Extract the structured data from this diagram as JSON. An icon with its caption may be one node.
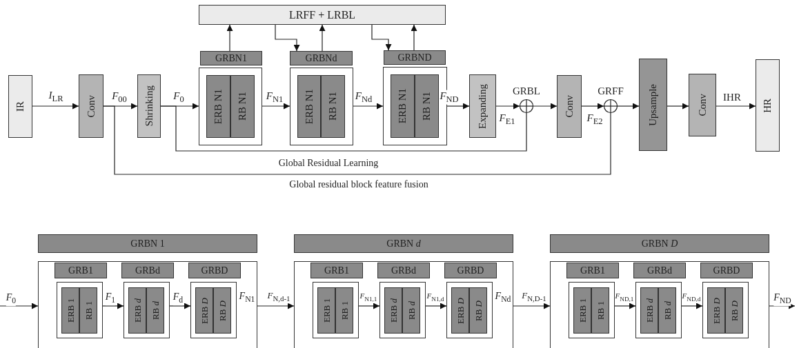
{
  "diagram": {
    "nodes": [
      {
        "text": [
          "IR"
        ]
      },
      {
        "text": [
          "Conv"
        ]
      },
      {
        "text": [
          "Shrinking"
        ]
      },
      {
        "text": [
          "LRFF + LRBL"
        ]
      },
      {
        "text": [
          "GRBN1"
        ]
      },
      {
        "text": [],
        "shape": "box"
      },
      {
        "text": [
          "ERB N1"
        ],
        "in": 5
      },
      {
        "text": [
          "RB N1"
        ],
        "in": 5
      },
      {
        "text": [
          "GRBNd"
        ]
      },
      {
        "text": [],
        "shape": "box"
      },
      {
        "text": [
          "ERB N1"
        ],
        "in": 9
      },
      {
        "text": [
          "RB N1"
        ],
        "in": 9
      },
      {
        "text": [
          "GRBND"
        ]
      },
      {
        "text": [],
        "shape": "box"
      },
      {
        "text": [
          "ERB N1"
        ],
        "in": 13
      },
      {
        "text": [
          "RB N1"
        ],
        "in": 13
      },
      {
        "text": [
          "Expanding"
        ]
      },
      {
        "text": [],
        "shape": "circle",
        "beside": [
          "GRBL"
        ]
      },
      {
        "text": [
          "Conv"
        ]
      },
      {
        "text": [],
        "shape": "circle",
        "beside": [
          "GRFF"
        ]
      },
      {
        "text": [
          "Upsample"
        ]
      },
      {
        "text": [
          "Conv"
        ]
      },
      {
        "text": [
          "HR"
        ]
      },
      {
        "text": [
          "GRBN 1"
        ]
      },
      {
        "text": [],
        "shape": "box"
      },
      {
        "text": [
          "GRB1"
        ],
        "in": 24
      },
      {
        "text": [],
        "shape": "box",
        "in": 24
      },
      {
        "text": [
          "ERB 1"
        ],
        "in": 26
      },
      {
        "text": [
          "RB 1"
        ],
        "in": 26
      },
      {
        "text": [
          "GRBd"
        ],
        "in": 24
      },
      {
        "text": [],
        "shape": "box",
        "in": 24
      },
      {
        "text": [
          "ERB *d*"
        ],
        "in": 30
      },
      {
        "text": [
          "RB *d*"
        ],
        "in": 30
      },
      {
        "text": [
          "GRBD"
        ],
        "in": 24
      },
      {
        "text": [],
        "shape": "box",
        "in": 24
      },
      {
        "text": [
          "ERB *D*"
        ],
        "in": 34
      },
      {
        "text": [
          "RB *D*"
        ],
        "in": 34
      },
      {
        "text": [
          "GRBN *d*"
        ]
      },
      {
        "text": [],
        "shape": "box"
      },
      {
        "text": [
          "GRB1"
        ],
        "in": 38
      },
      {
        "text": [],
        "shape": "box",
        "in": 38
      },
      {
        "text": [
          "ERB 1"
        ],
        "in": 40
      },
      {
        "text": [
          "RB 1"
        ],
        "in": 40
      },
      {
        "text": [
          "GRBd"
        ],
        "in": 38
      },
      {
        "text": [],
        "shape": "box",
        "in": 38
      },
      {
        "text": [
          "ERB *d*"
        ],
        "in": 44
      },
      {
        "text": [
          "RB *d*"
        ],
        "in": 44
      },
      {
        "text": [
          "GRBD"
        ],
        "in": 38
      },
      {
        "text": [],
        "shape": "box",
        "in": 38
      },
      {
        "text": [
          "ERB *D*"
        ],
        "in": 48
      },
      {
        "text": [
          "RB *D*"
        ],
        "in": 48
      },
      {
        "text": [
          "GRBN *D*"
        ]
      },
      {
        "text": [],
        "shape": "box"
      },
      {
        "text": [
          "GRB1"
        ],
        "in": 52
      },
      {
        "text": [],
        "shape": "box",
        "in": 52
      },
      {
        "text": [
          "ERB 1"
        ],
        "in": 54
      },
      {
        "text": [
          "RB 1"
        ],
        "in": 54
      },
      {
        "text": [
          "GRBd"
        ],
        "in": 52
      },
      {
        "text": [],
        "shape": "box",
        "in": 52
      },
      {
        "text": [
          "ERB *d*"
        ],
        "in": 58
      },
      {
        "text": [
          "RB *d*"
        ],
        "in": 58
      },
      {
        "text": [
          "GRBD"
        ],
        "in": 52
      },
      {
        "text": [],
        "shape": "box",
        "in": 52
      },
      {
        "text": [
          "ERB *D*"
        ],
        "in": 62
      },
      {
        "text": [
          "RB *D*"
        ],
        "in": 62
      }
    ],
    "edges": [
      {
        "from": 0,
        "to": 1,
        "arrow": "to",
        "label": "*I*$_{LR}$"
      },
      {
        "from": 1,
        "to": 2,
        "arrow": "to",
        "label": "*F*$_{00}$"
      },
      {
        "from": 2,
        "to": 5,
        "arrow": "to",
        "label": "*F*$_{0}$"
      },
      {
        "from": 5,
        "to": 9,
        "arrow": "to",
        "label": "*F*$_{N1}$"
      },
      {
        "from": 9,
        "to": 13,
        "arrow": "to",
        "label": "*F*$_{Nd}$"
      },
      {
        "from": 13,
        "to": 16,
        "arrow": "to",
        "label": "*F*$_{ND}$"
      },
      {
        "from": 16,
        "to": 17,
        "arrow": "to",
        "label": "*F*$_{E1}$"
      },
      {
        "from": 17,
        "to": 18,
        "arrow": "to"
      },
      {
        "from": 18,
        "to": 19,
        "arrow": "to",
        "label": "*F*$_{E2}$"
      },
      {
        "from": 19,
        "to": 20,
        "arrow": "to"
      },
      {
        "from": 20,
        "to": 21,
        "arrow": "to"
      },
      {
        "from": 21,
        "to": 22,
        "arrow": "to",
        "label": "IHR"
      },
      {
        "from": 4,
        "to": 3,
        "arrow": "to"
      },
      {
        "from": 3,
        "to": 8,
        "arrow": "to"
      },
      {
        "from": 8,
        "to": 3,
        "arrow": "to"
      },
      {
        "from": 3,
        "to": 12,
        "arrow": "to"
      },
      {
        "from": 12,
        "to": 3,
        "arrow": "to"
      },
      {
        "from": 2,
        "to": 17,
        "arrow": "none",
        "label": "Global Residual Learning"
      },
      {
        "from": 1,
        "to": 19,
        "arrow": "none",
        "label": "Global residual block feature fusion"
      },
      {
        "from": null,
        "to": 24,
        "arrow": "to",
        "label": "*F*$_{0}$"
      },
      {
        "from": 26,
        "to": 30,
        "arrow": "to",
        "label": "*F*$_{1}$"
      },
      {
        "from": 30,
        "to": 34,
        "arrow": "to",
        "label": "*F*$_{d}$"
      },
      {
        "from": 24,
        "to": 38,
        "arrow": "to",
        "label": "*F*$_{N,d-1}$"
      },
      {
        "from": 40,
        "to": 44,
        "arrow": "to",
        "label": "*F*$_{N1,1}$"
      },
      {
        "from": 44,
        "to": 48,
        "arrow": "to",
        "label": "*F*$_{N1,d}$"
      },
      {
        "from": 38,
        "to": 52,
        "arrow": "to",
        "label": "*F*$_{N,D-1}$"
      },
      {
        "from": 54,
        "to": 58,
        "arrow": "to",
        "label": "*F*$_{ND,1}$"
      },
      {
        "from": 58,
        "to": 62,
        "arrow": "to",
        "label": "*F*$_{ND,d}$"
      },
      {
        "from": 52,
        "to": null,
        "arrow": "to",
        "label": "*F*$_{ND}$"
      }
    ],
    "labels": [
      "*F*$_{N1}$",
      "*F*$_{Nd}$"
    ]
  }
}
